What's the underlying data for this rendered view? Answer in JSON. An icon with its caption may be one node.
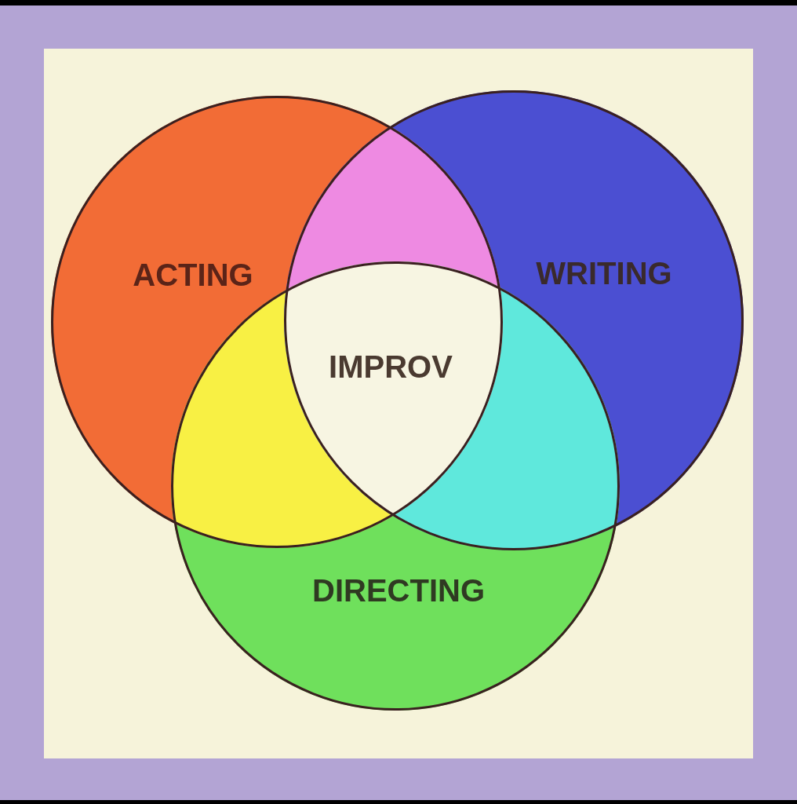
{
  "diagram": {
    "nodes": [
      {
        "text": [
          "ACTING"
        ]
      },
      {
        "text": [
          "WRITING"
        ]
      },
      {
        "text": [
          "DIRECTING"
        ]
      }
    ],
    "edges": [],
    "labels": [
      "IMPROV"
    ]
  }
}
